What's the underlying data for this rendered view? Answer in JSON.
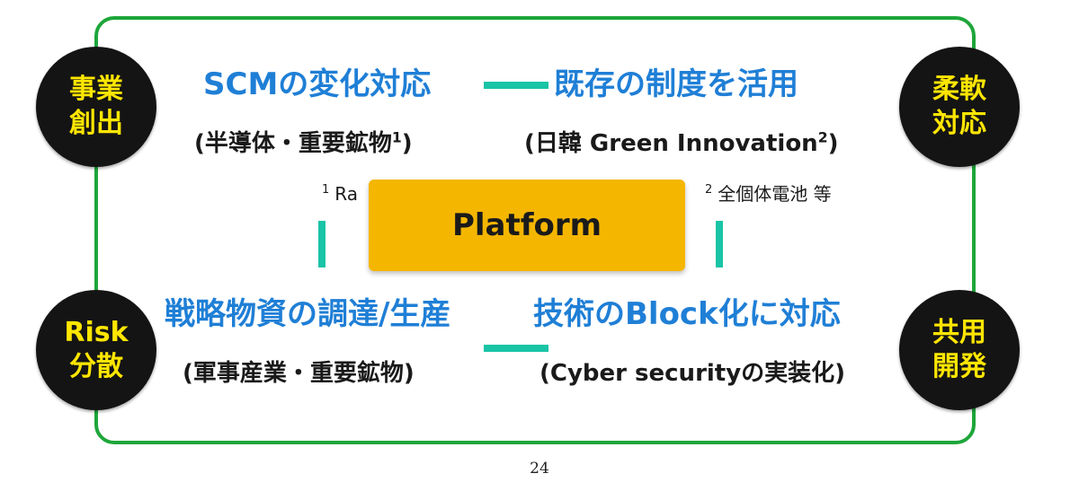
{
  "corners": {
    "top_left": {
      "line1": "事業",
      "line2": "創出"
    },
    "top_right": {
      "line1": "柔軟",
      "line2": "対応"
    },
    "bottom_left": {
      "line1": "Risk",
      "line2": "分散"
    },
    "bottom_right": {
      "line1": "共用",
      "line2": "開発"
    }
  },
  "headings": {
    "top_left": "SCMの変化対応",
    "top_right": "既存の制度を活用",
    "bottom_left": "戦略物資の調達/生産",
    "bottom_right": "技術のBlock化に対応"
  },
  "subtitles": {
    "top_left": {
      "text": "(半導体・重要鉱物",
      "sup": "1",
      "close": ")"
    },
    "top_right": {
      "text": "(日韓 Green Innovation",
      "sup": "2",
      "close": ")"
    },
    "bottom_left": {
      "text": "(軍事産業・重要鉱物)"
    },
    "bottom_right": {
      "text": "(Cyber securityの実装化)"
    }
  },
  "footnotes": {
    "left": {
      "sup": "1",
      "text": "Ra"
    },
    "right": {
      "sup": "2",
      "text": "全個体電池 等"
    }
  },
  "center": {
    "label": "Platform"
  },
  "page_number": "24",
  "colors": {
    "frame": "#1ea63a",
    "circle_fill": "#141414",
    "circle_text": "#ffe600",
    "heading": "#1f7fd6",
    "connector": "#1ac4a6",
    "platform": "#f5b600"
  }
}
